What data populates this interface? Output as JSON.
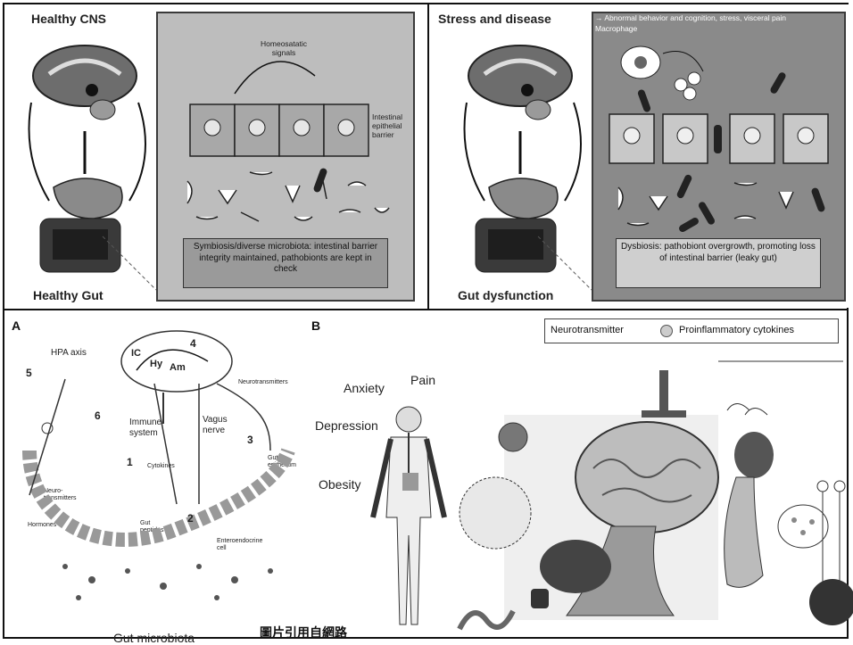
{
  "top_left": {
    "title": "Healthy CNS",
    "bottom_label": "Healthy Gut",
    "signal_label": "Homeosatatic signals",
    "barrier_label": "Intestinal epithelial barrier",
    "caption": "Symbiosis/diverse microbiota: intestinal barrier integrity maintained, pathobionts are kept in check"
  },
  "top_right": {
    "title": "Stress and disease",
    "header_note": "→ Abnormal behavior and cognition, stress, visceral pain",
    "macrophage_label": "Macrophage",
    "bottom_label": "Gut dysfunction",
    "caption": "Dysbiosis: pathobiont overgrowth, promoting loss of intestinal barrier (leaky gut)"
  },
  "panel_a": {
    "letter": "A",
    "hpa": "HPA axis",
    "brain_ic": "IC",
    "brain_hy": "Hy",
    "brain_am": "Am",
    "immune": "Immune system",
    "vagus": "Vagus nerve",
    "neurotransmitters_top": "Neurotransmitters",
    "cytokines": "Cytokines",
    "gut_epithelium": "Gut epithelium",
    "neuro_transmitters": "Neuro-transmitters",
    "hormones": "Hormones",
    "gut_peptides": "Gut peptides",
    "enteroendocrine": "Enteroendocrine cell",
    "microbiota": "Gut microbiota",
    "numbers": [
      "1",
      "2",
      "3",
      "4",
      "5",
      "6"
    ]
  },
  "panel_b": {
    "letter": "B",
    "legend_a": "Neurotransmitter",
    "legend_b": "Proinflammatory cytokines",
    "anxiety": "Anxiety",
    "pain": "Pain",
    "depression": "Depression",
    "obesity": "Obesity"
  },
  "footer": "圖片引用自網路"
}
